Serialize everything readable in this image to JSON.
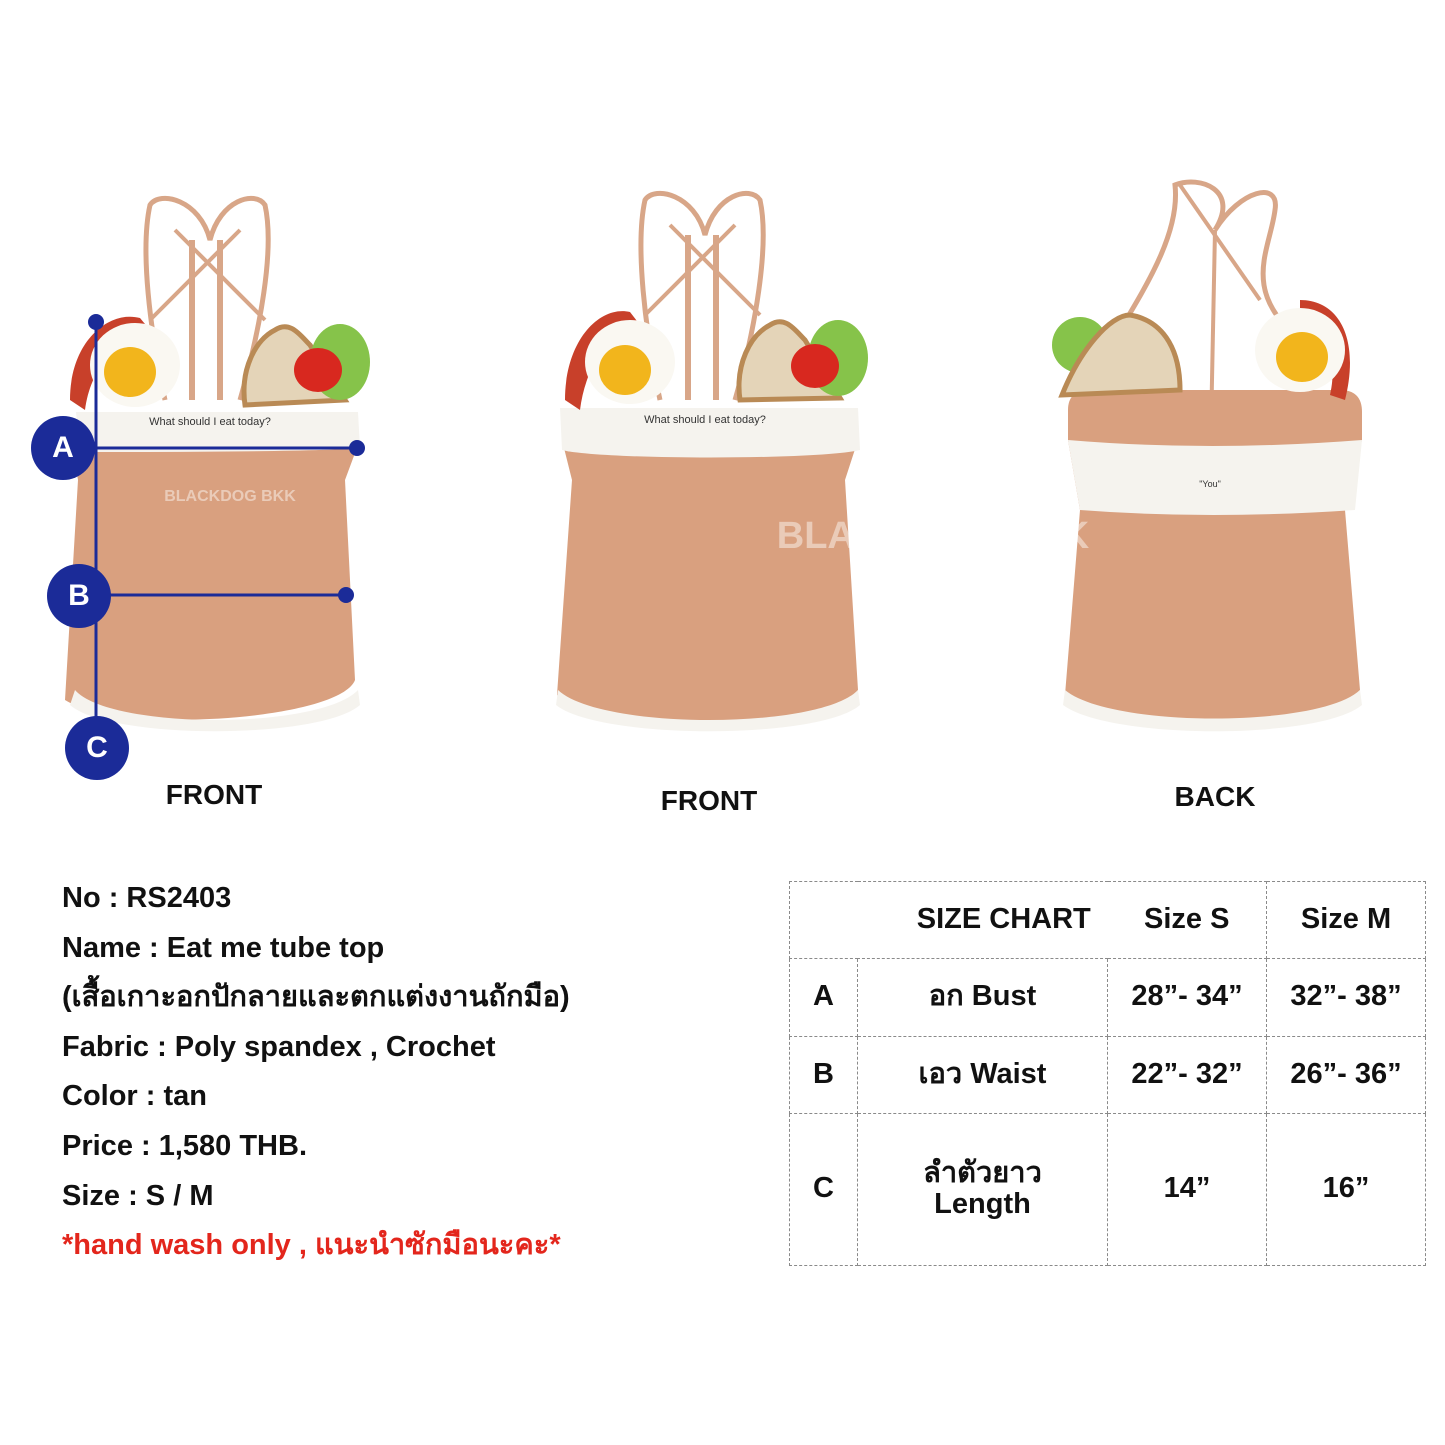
{
  "views": [
    {
      "label": "FRONT",
      "print": "What  should  I  eat  today?",
      "watermark": "BLACKDOG BKK"
    },
    {
      "label": "FRONT",
      "print": "What  should  I  eat  today?",
      "watermark": "BLACKDOG BKK"
    },
    {
      "label": "BACK",
      "print": "\"You\""
    }
  ],
  "markers": {
    "a": "A",
    "b": "B",
    "c": "C"
  },
  "colors": {
    "marker": "#1b2b98",
    "garment": "#d9a07f",
    "band": "#f5f3ee",
    "strap": "#d8a688",
    "warning": "#e3261c"
  },
  "info": {
    "no": "No : RS2403",
    "name": "Name : Eat me tube top",
    "thai_name": "(เสื้อเกาะอกปักลายและตกแต่งงานถักมือ)",
    "fabric": "Fabric : Poly spandex , Crochet",
    "color": "Color : tan",
    "price": "Price : 1,580 THB.",
    "size": "Size : S / M",
    "care": "*hand wash only , แนะนำซักมือนะคะ*"
  },
  "size_chart": {
    "title": "SIZE CHART",
    "headers": [
      "Size S",
      "Size M"
    ],
    "rows": [
      {
        "key": "A",
        "label": "อก Bust",
        "s": "28”- 34”",
        "m": "32”- 38”"
      },
      {
        "key": "B",
        "label": "เอว Waist",
        "s": "22”- 32”",
        "m": "26”- 36”"
      },
      {
        "key": "C",
        "label_th": "ลำตัวยาว",
        "label_en": "Length",
        "s": "14”",
        "m": "16”"
      }
    ]
  }
}
